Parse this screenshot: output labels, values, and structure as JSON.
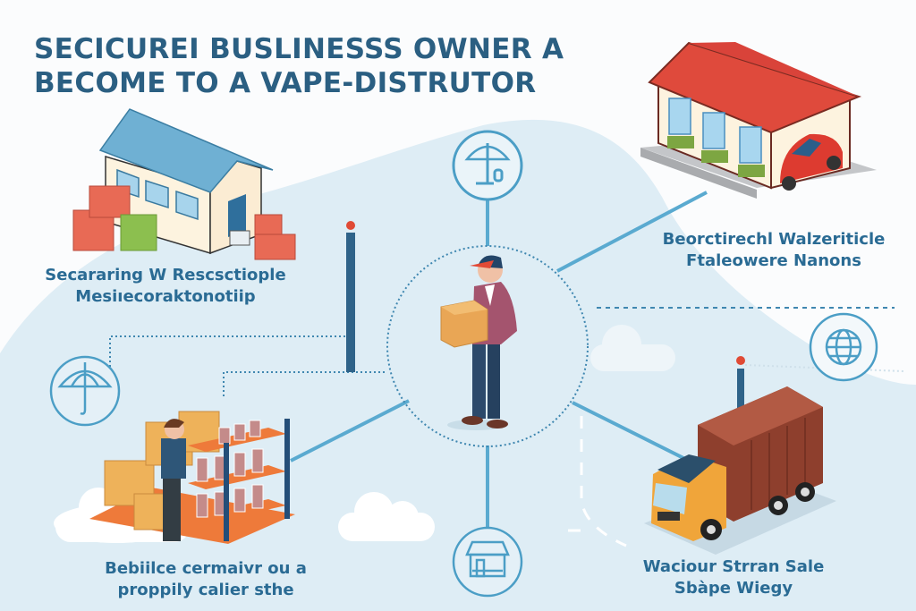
{
  "title": {
    "line1": "SECICUREI BUSLINESSS OWNER A",
    "line2": "BECOME TO A VAPE-DISTRUTOR"
  },
  "nodes": [
    {
      "id": "warehouse",
      "line1": "Secararing W Rescsctiople",
      "line2": "Mesiıecoraktonotiip"
    },
    {
      "id": "storefront",
      "line1": "Beorctirechl Walzeriticle",
      "line2": "Ftaleowere Nanons"
    },
    {
      "id": "shelving",
      "line1": "Bebiilce cermaivr ou a",
      "line2": "proppily calier sthe"
    },
    {
      "id": "truck",
      "line1": "Waciour Strran Sale",
      "line2": "Sbàpe Wiegy"
    }
  ],
  "icons": [
    "umbrella-icon",
    "umbrella-icon",
    "globe-icon",
    "shop-icon"
  ],
  "colors": {
    "title": "#2b5f82",
    "label": "#2a6b94",
    "line": "#5aaad0",
    "background_blob": "#deedf5",
    "pole": "#2f6389",
    "pole_dot": "#e04a35"
  }
}
